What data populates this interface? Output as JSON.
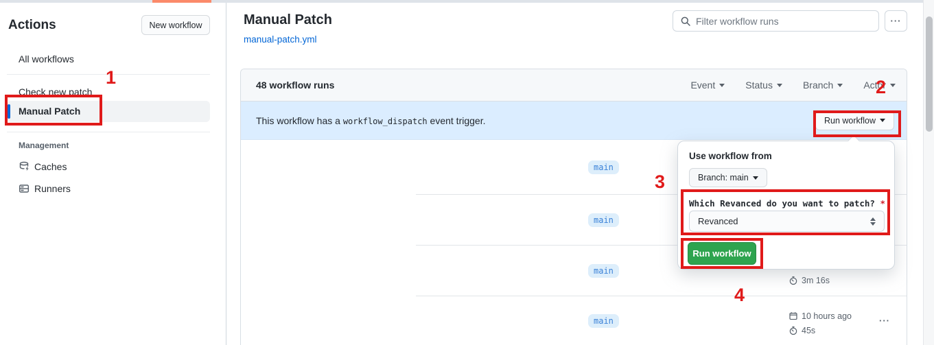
{
  "colors": {
    "annotation_red": "#e01a1a",
    "top_accent_orange": "#fb8a6a",
    "selected_accent_blue": "#0b69da",
    "link_blue": "#0366d6",
    "banner_blue": "#dbedff",
    "branch_badge_blue": "#3b82d8",
    "green_button": "#2ea44f"
  },
  "annotations": {
    "steps": [
      "1",
      "2",
      "3",
      "4"
    ]
  },
  "sidebar": {
    "title": "Actions",
    "new_workflow_button": "New workflow",
    "items": [
      {
        "label": "All workflows",
        "selected": false
      },
      {
        "label": "Check new patch",
        "selected": false
      },
      {
        "label": "Manual Patch",
        "selected": true
      }
    ],
    "management": {
      "label": "Management",
      "items": [
        {
          "label": "Caches",
          "icon": "cache-icon"
        },
        {
          "label": "Runners",
          "icon": "runners-icon"
        }
      ]
    }
  },
  "header": {
    "title": "Manual Patch",
    "file_link": "manual-patch.yml",
    "filter_placeholder": "Filter workflow runs"
  },
  "runs_table": {
    "count_label": "48 workflow runs",
    "filters": [
      "Event",
      "Status",
      "Branch",
      "Actor"
    ],
    "banner": {
      "text_prefix": "This workflow has a",
      "code": "workflow_dispatch",
      "text_suffix": "event trigger.",
      "run_workflow_button": "Run workflow"
    },
    "rows": [
      {
        "branch": "main"
      },
      {
        "branch": "main"
      },
      {
        "branch": "main",
        "duration": "3m 16s"
      },
      {
        "branch": "main",
        "date": "10 hours ago",
        "duration": "45s"
      }
    ]
  },
  "popup": {
    "title": "Use workflow from",
    "branch_button": "Branch: main",
    "input_label": "Which Revanced do you want to patch?",
    "required_marker": "*",
    "select_value": "Revanced",
    "run_button": "Run workflow"
  }
}
